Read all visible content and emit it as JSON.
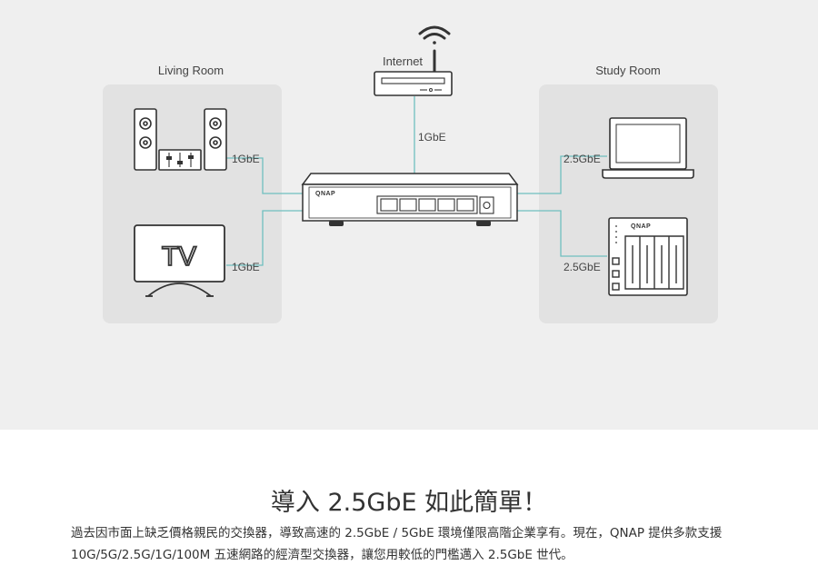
{
  "diagram": {
    "living_room_label": "Living Room",
    "study_room_label": "Study Room",
    "internet_label": "Internet",
    "switch_brand": "QNAP",
    "nas_brand": "QNAP",
    "tv_label": "TV",
    "links": {
      "router_switch": "1GbE",
      "stereo": "1GbE",
      "tv": "1GbE",
      "laptop": "2.5GbE",
      "nas": "2.5GbE"
    },
    "colors": {
      "background": "#efefef",
      "room_panel": "#e2e2e2",
      "device_stroke": "#333333",
      "cable": "#6fbfbf"
    },
    "icons": [
      "wifi-icon",
      "router-icon",
      "speaker-icon",
      "audio-mixer-icon",
      "tv-icon",
      "switch-icon",
      "laptop-icon",
      "nas-icon"
    ]
  },
  "text": {
    "headline": "導入 2.5GbE 如此簡單！",
    "body": "過去因市面上缺乏價格親民的交換器，導致高速的 2.5GbE / 5GbE 環境僅限高階企業享有。現在，QNAP 提供多款支援 10G/5G/2.5G/1G/100M 五速網路的經濟型交換器，讓您用較低的門檻邁入 2.5GbE 世代。"
  }
}
